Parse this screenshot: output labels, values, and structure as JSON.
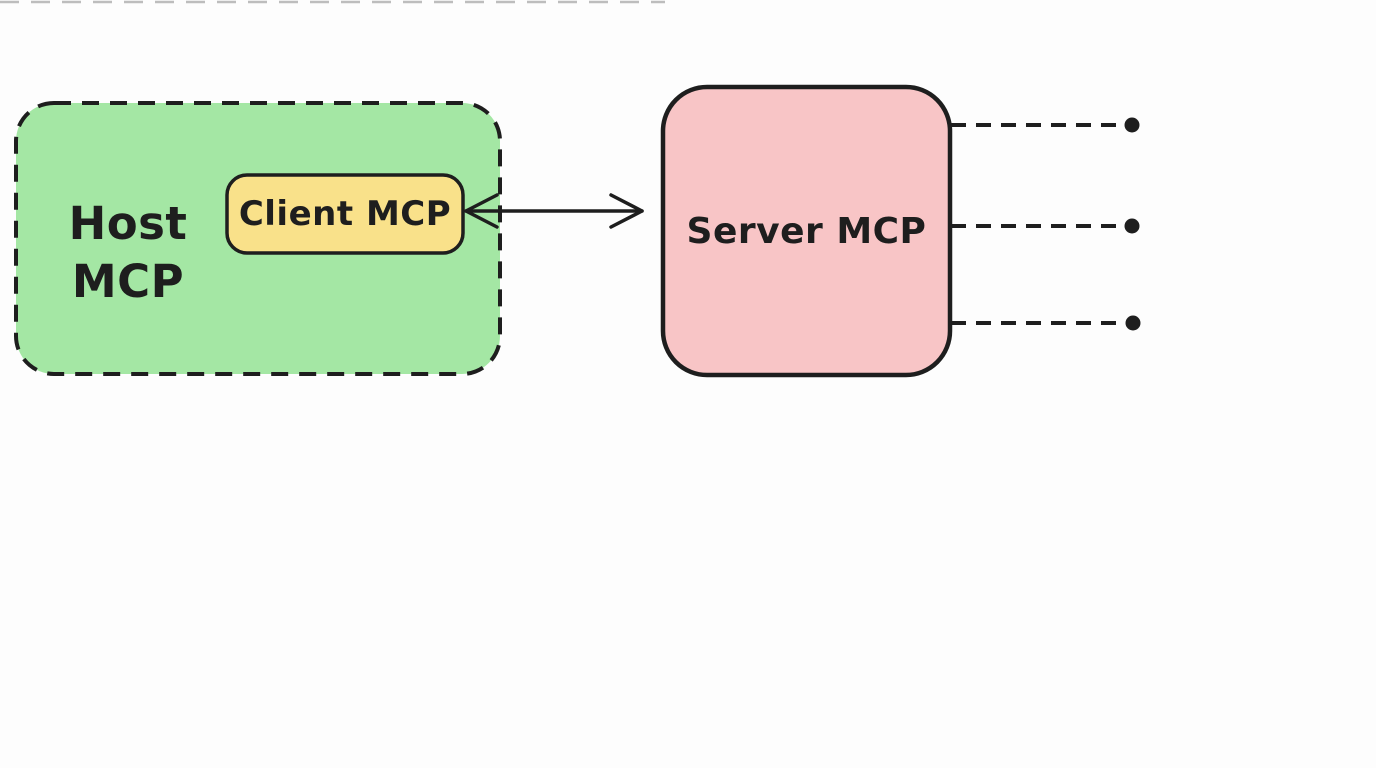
{
  "colors": {
    "background": "#fdfdfd",
    "ink": "#1e1e1e",
    "host-fill": "#a4e7a4",
    "client-fill": "#f9e18a",
    "server-fill": "#f8c5c6",
    "edge-faint": "#bdbdbd"
  },
  "host_box": {
    "label_line1": "Host",
    "label_line2": "MCP"
  },
  "client_box": {
    "label": "Client MCP"
  },
  "server_box": {
    "label": "Server MCP"
  },
  "connector": {
    "type": "double-headed-arrow"
  },
  "server_links": {
    "count": 3,
    "style": "dashed",
    "terminator": "dot"
  }
}
